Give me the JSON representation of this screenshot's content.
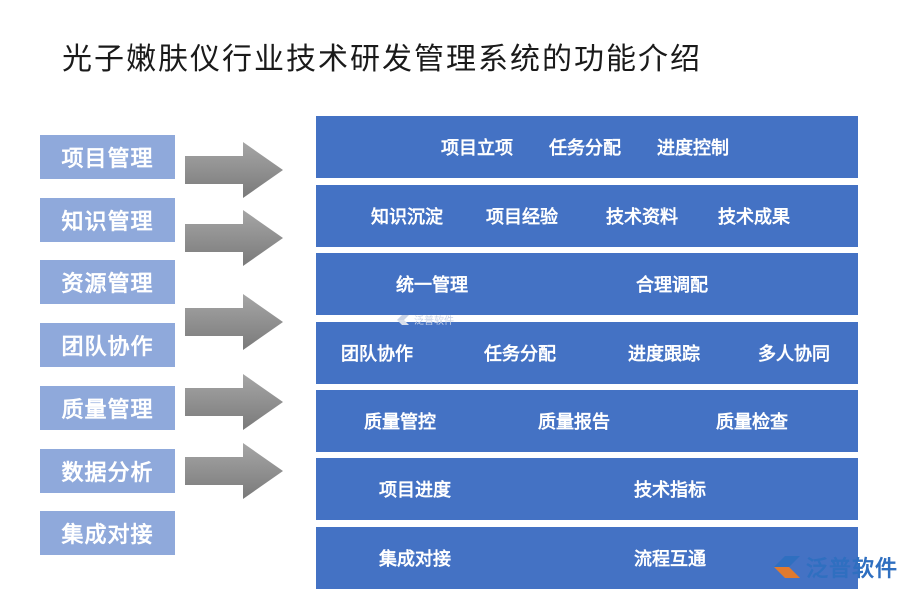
{
  "title": "光子嫩肤仪行业技术研发管理系统的功能介绍",
  "categories": [
    "项目管理",
    "知识管理",
    "资源管理",
    "团队协作",
    "质量管理",
    "数据分析",
    "集成对接"
  ],
  "rows": [
    [
      "项目立项",
      "任务分配",
      "进度控制"
    ],
    [
      "知识沉淀",
      "项目经验",
      "技术资料",
      "技术成果"
    ],
    [
      "统一管理",
      "合理调配"
    ],
    [
      "团队协作",
      "任务分配",
      "进度跟踪",
      "多人协同"
    ],
    [
      "质量管控",
      "质量报告",
      "质量检查"
    ],
    [
      "项目进度",
      "技术指标"
    ],
    [
      "集成对接",
      "流程互通"
    ]
  ],
  "logo": {
    "text": "泛普软件",
    "icon": "fanpu-logo-icon"
  },
  "watermark": {
    "text": "泛普软件",
    "icon": "fanpu-logo-icon"
  },
  "colors": {
    "band": "#4472c4",
    "category": "#8fa9db",
    "arrow": "#8c8c8c",
    "logo": "#2f6fc0"
  }
}
